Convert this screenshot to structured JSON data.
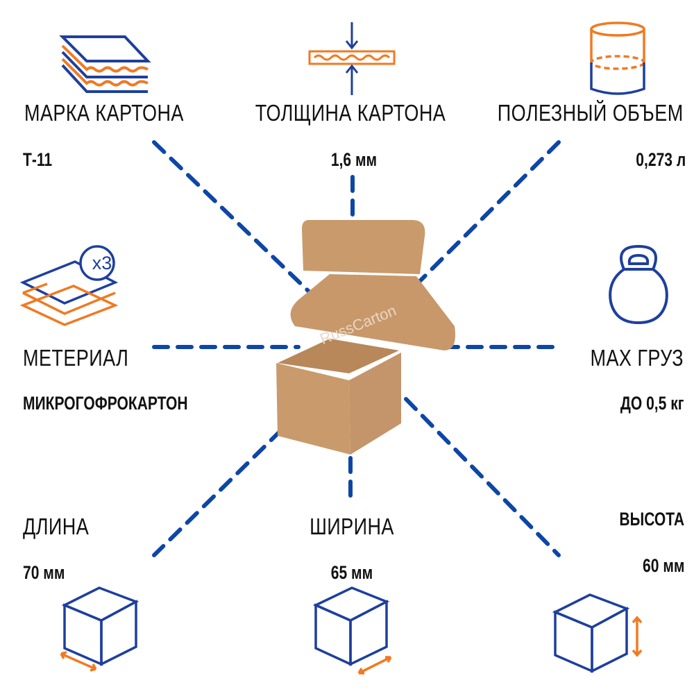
{
  "specs": {
    "grade": {
      "label": "МАРКА КАРТОНА",
      "value": "Т-11"
    },
    "thickness": {
      "label": "ТОЛЩИНА КАРТОНА",
      "value": "1,6 мм"
    },
    "volume": {
      "label": "ПОЛЕЗНЫЙ ОБЪЕМ",
      "value": "0,273 л"
    },
    "material": {
      "label": "МЕТЕРИАЛ",
      "value": "МИКРОГОФРОКАРТОН",
      "badge": "x3"
    },
    "max_load": {
      "label": "МАХ ГРУЗ",
      "value": "ДО 0,5 кг"
    },
    "length": {
      "label": "ДЛИНА",
      "value": "70 мм"
    },
    "width": {
      "label": "ШИРИНА",
      "value": "65 мм"
    },
    "height": {
      "label": "ВЫСОТА",
      "value": "60 мм"
    }
  },
  "watermark": "RussCarton",
  "colors": {
    "blue": "#1e3f9e",
    "orange": "#f07a22",
    "dash": "#0d46a6",
    "kraft": "#c99a6b"
  }
}
